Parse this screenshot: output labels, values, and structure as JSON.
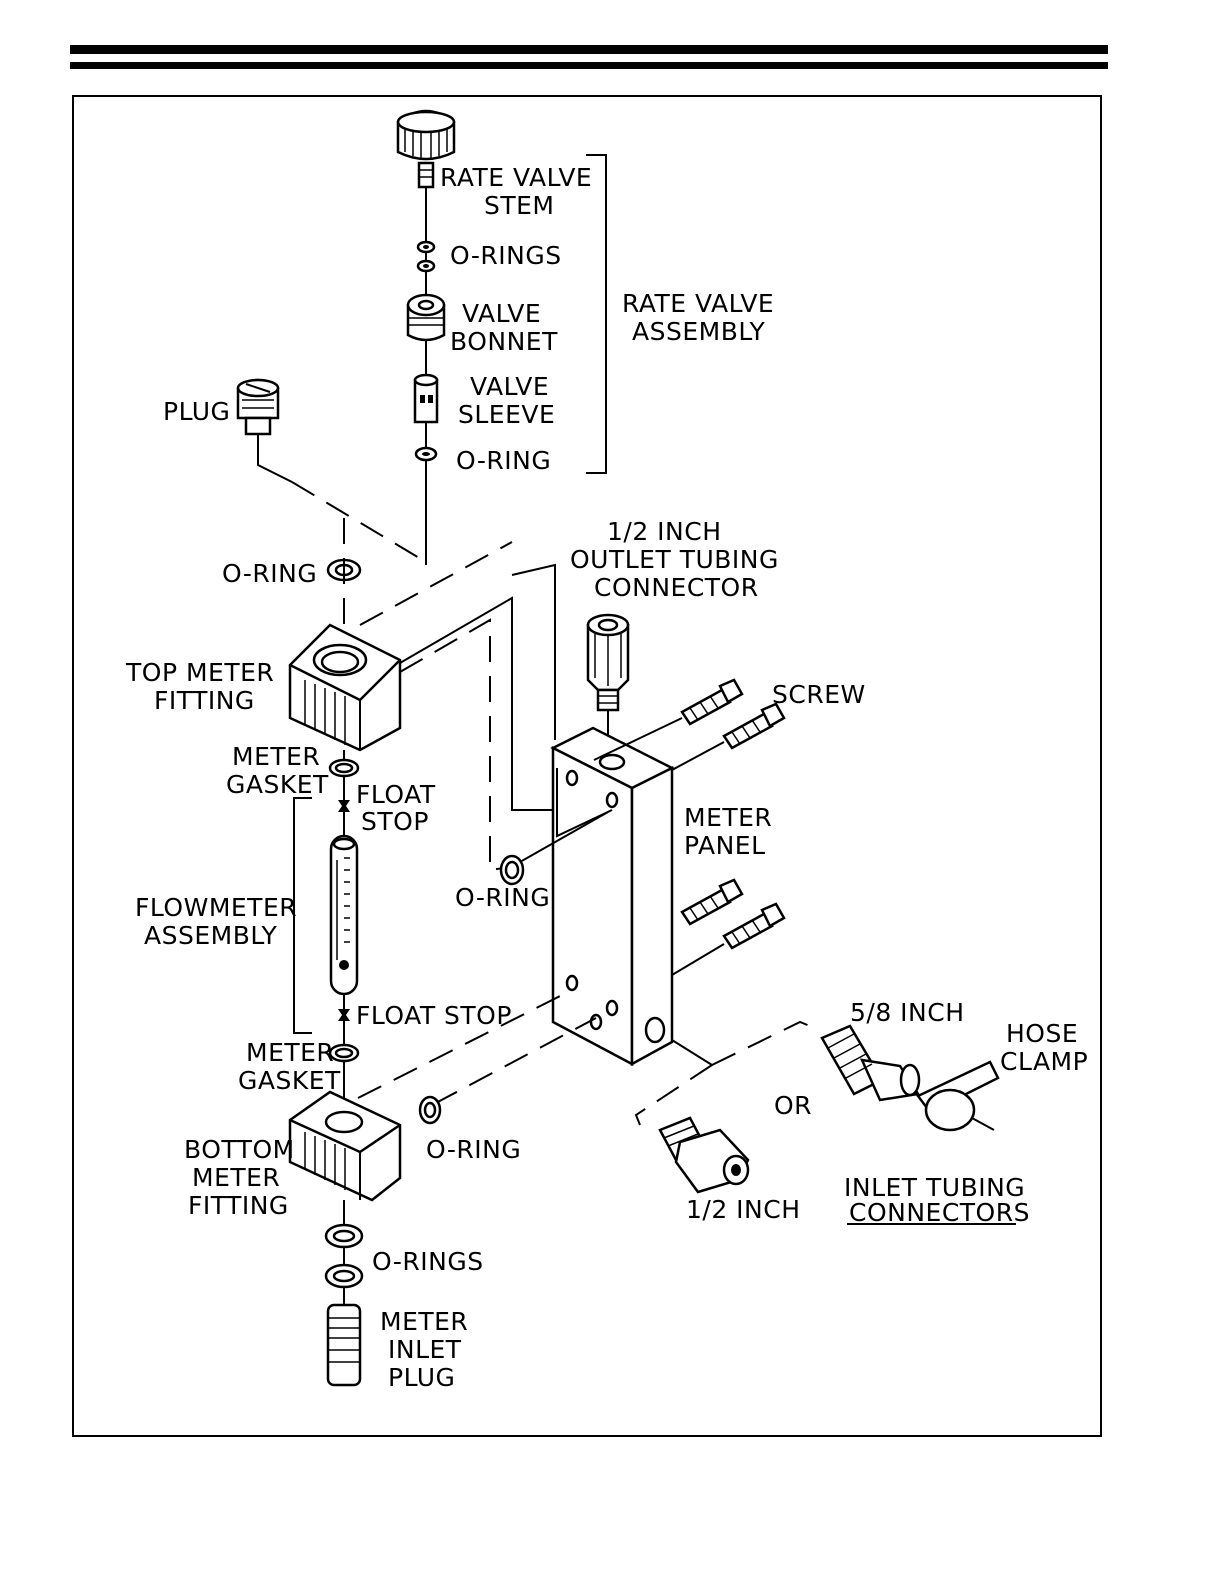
{
  "labels": {
    "rate_valve_stem": [
      "RATE VALVE",
      "STEM"
    ],
    "o_rings_top": "O-RINGS",
    "valve_bonnet": [
      "VALVE",
      "BONNET"
    ],
    "valve_sleeve": [
      "VALVE",
      "SLEEVE"
    ],
    "o_ring_sleeve": "O-RING",
    "rate_valve_assembly": [
      "RATE VALVE",
      "ASSEMBLY"
    ],
    "plug": "PLUG",
    "outlet_connector": [
      "1/2 INCH",
      "OUTLET TUBING",
      "CONNECTOR"
    ],
    "o_ring_upper": "O-RING",
    "screw": "SCREW",
    "top_meter_fitting": [
      "TOP METER",
      "FITTING"
    ],
    "meter_gasket_top": [
      "METER",
      "GASKET"
    ],
    "float_stop_top": [
      "FLOAT",
      "STOP"
    ],
    "meter_panel": [
      "METER",
      "PANEL"
    ],
    "o_ring_panel": "O-RING",
    "flowmeter_assembly": [
      "FLOWMETER",
      "ASSEMBLY"
    ],
    "float_stop_bottom": "FLOAT STOP",
    "five_eighth_inch": "5/8 INCH",
    "hose_clamp": [
      "HOSE",
      "CLAMP"
    ],
    "meter_gasket_bottom": [
      "METER",
      "GASKET"
    ],
    "or": "OR",
    "bottom_meter_fitting": [
      "BOTTOM",
      "METER",
      "FITTING"
    ],
    "o_ring_bottom": "O-RING",
    "half_inch": "1/2 INCH",
    "inlet_tubing": "INLET TUBING",
    "connectors": "CONNECTORS",
    "o_rings_bottom": "O-RINGS",
    "meter_inlet_plug": [
      "METER",
      "INLET",
      "PLUG"
    ]
  }
}
